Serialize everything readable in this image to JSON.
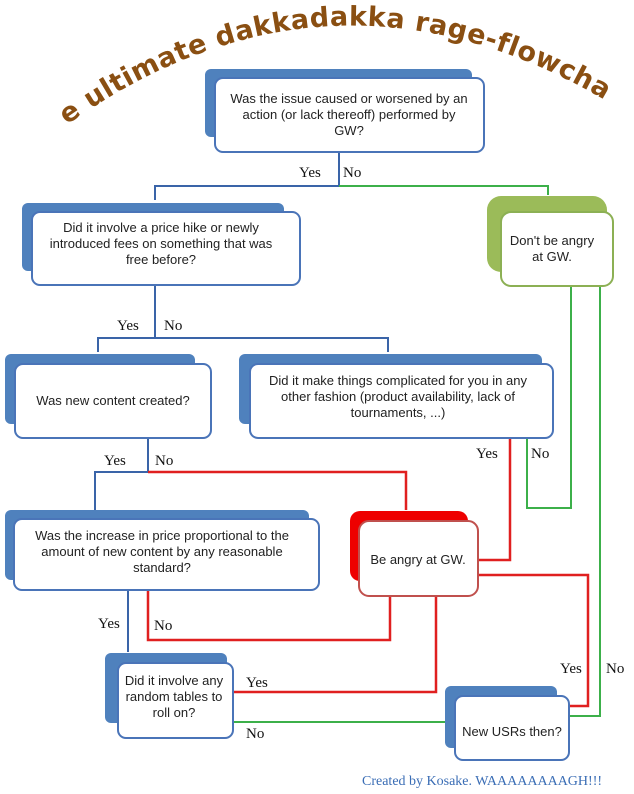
{
  "title": "The ultimate dakkadakka rage-flowchart!",
  "colors": {
    "blue_shadow": "#4f81bd",
    "blue_border": "#4a74b8",
    "green_shadow": "#9bbb59",
    "green_border": "#8cb054",
    "red_shadow": "#ee0000",
    "red_border": "#c0504d",
    "line_blue": "#3a64a8",
    "line_green": "#3cb04a",
    "line_red": "#e02020",
    "title": "#8a4f12",
    "credit": "#3a6db5"
  },
  "nodes": {
    "q1": {
      "lines": [
        "Was the issue caused or worsened by an",
        "action (or lack thereoff) performed by",
        "GW?"
      ]
    },
    "q2": {
      "lines": [
        "Did it involve a price hike or newly",
        "introduced fees on something that was",
        "free before?"
      ]
    },
    "dont_angry": {
      "lines": [
        "Don't be angry",
        "at GW."
      ]
    },
    "q3": {
      "lines": [
        "Was new content created?"
      ]
    },
    "q4": {
      "lines": [
        "Did it make things complicated for you in any",
        "other fashion (product availability, lack of",
        "tournaments, ...)"
      ]
    },
    "q5": {
      "lines": [
        "Was the increase in price proportional to the",
        "amount of new content by any reasonable",
        "standard?"
      ]
    },
    "be_angry": {
      "lines": [
        "Be angry at GW."
      ]
    },
    "q6": {
      "lines": [
        "Did it involve any",
        "random tables to",
        "roll on?"
      ]
    },
    "usr": {
      "lines": [
        "New USRs then?"
      ]
    }
  },
  "labels": {
    "q1_yes": "Yes",
    "q1_no": "No",
    "q2_yes": "Yes",
    "q2_no": "No",
    "q3_yes": "Yes",
    "q3_no": "No",
    "q4_yes": "Yes",
    "q4_no": "No",
    "q5_yes": "Yes",
    "q5_no": "No",
    "q6_yes": "Yes",
    "q6_no": "No",
    "usr_yes": "Yes",
    "usr_no": "No"
  },
  "credit": "Created by Kosake. WAAAAAAAAGH!!!"
}
